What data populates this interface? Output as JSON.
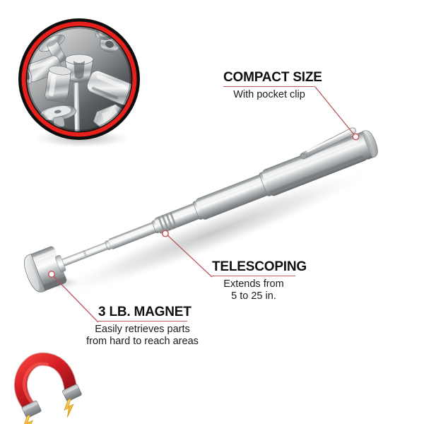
{
  "product": {
    "name": "Telescoping magnetic pick-up tool",
    "body_color": "#b9bcbd",
    "accent_red": "#e8201c",
    "leader_line_color": "#b8545a",
    "background": "#ffffff"
  },
  "inset_photo": {
    "name": "magnet-holding-hardware-photo",
    "description": "Close-up of the magnet tip holding chrome bolts, nuts and a wing nut",
    "ring_color": "#e8201c",
    "outer_ring_color": "#0d0d0d",
    "backdrop_from": "#d9dadb",
    "backdrop_to": "#3a3c3e"
  },
  "callouts": [
    {
      "id": "compact",
      "title": "COMPACT SIZE",
      "subtitle": "With pocket clip",
      "target": "pocket-clip"
    },
    {
      "id": "telescoping",
      "title": "TELESCOPING",
      "subtitle_line1": "Extends from",
      "subtitle_line2": "5 to 25 in.",
      "target": "telescoping-shaft"
    },
    {
      "id": "magnet",
      "title": "3 LB. MAGNET",
      "subtitle_line1": "Easily retrieves parts",
      "subtitle_line2": "from hard to reach areas",
      "target": "magnet-head"
    }
  ],
  "badge": {
    "name": "horseshoe-magnet-icon",
    "body_color": "#d51f26",
    "pole_color": "#9fa3a6",
    "spark_color": "#f5b335"
  }
}
